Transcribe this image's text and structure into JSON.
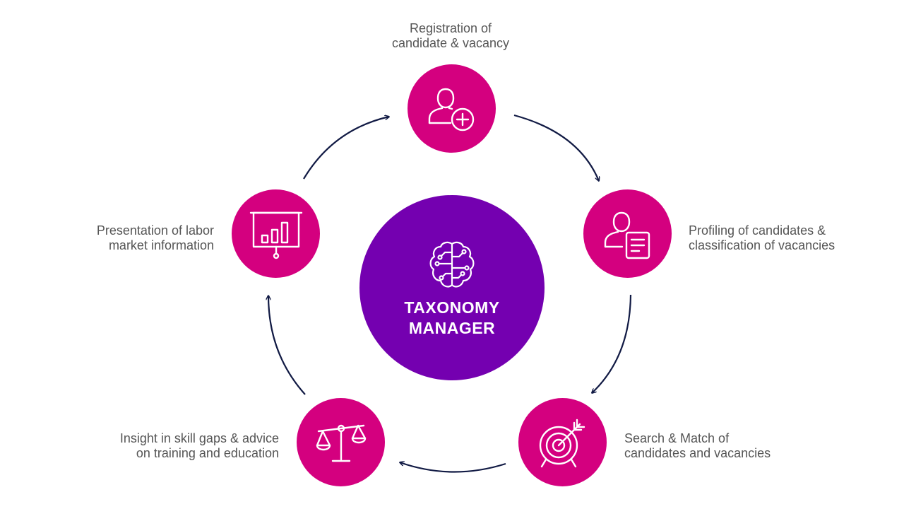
{
  "colors": {
    "node": "#d4007f",
    "center": "#7400b0",
    "arrow": "#111a44",
    "label_text": "#555555",
    "icon_stroke": "#ffffff"
  },
  "center": {
    "icon": "brain-circuit-icon",
    "title_line1": "TAXONOMY",
    "title_line2": "MANAGER"
  },
  "steps": [
    {
      "icon": "user-add-icon",
      "label_line1": "Registration of",
      "label_line2": "candidate & vacancy"
    },
    {
      "icon": "user-document-icon",
      "label_line1": "Profiling of candidates &",
      "label_line2": "classification of vacancies"
    },
    {
      "icon": "target-arrow-icon",
      "label_line1": "Search & Match of",
      "label_line2": "candidates and vacancies"
    },
    {
      "icon": "balance-scale-icon",
      "label_line1": "Insight in skill gaps & advice",
      "label_line2": "on training and education"
    },
    {
      "icon": "presentation-chart-icon",
      "label_line1": "Presentation of labor",
      "label_line2": "market information"
    }
  ]
}
